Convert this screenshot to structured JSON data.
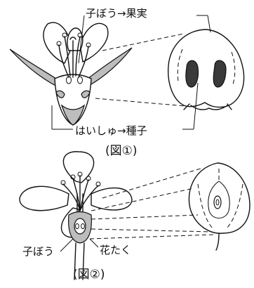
{
  "figure1": {
    "label_ovary_to_fruit": "子ぼう→果実",
    "label_ovule_to_seed": "はいしゅ→種子",
    "caption": "(図①)"
  },
  "figure2": {
    "label_ovary": "子ぼう",
    "label_receptacle": "花たく",
    "caption": "(図②)"
  }
}
